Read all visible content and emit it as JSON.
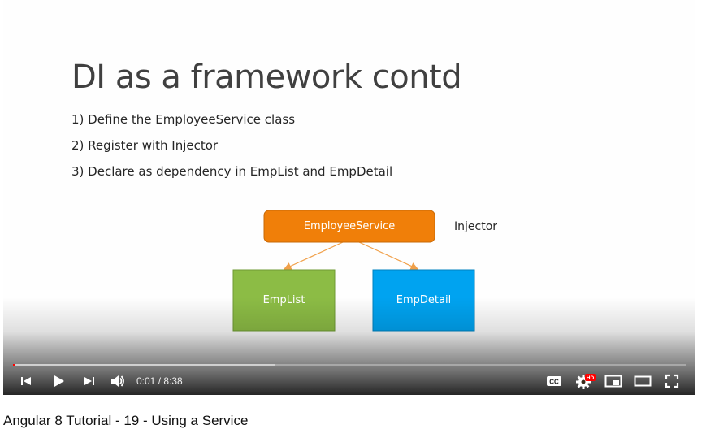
{
  "slide": {
    "title": "DI as a framework contd",
    "steps": [
      "1) Define the EmployeeService class",
      "2) Register with Injector",
      "3) Declare as dependency in EmpList and EmpDetail"
    ],
    "diagram": {
      "root_label": "EmployeeService",
      "injector_label": "Injector",
      "left_child_label": "EmpList",
      "right_child_label": "EmpDetail",
      "root_color": "#f07f09",
      "left_child_color": "#8cbc45",
      "right_child_color": "#00a3f0",
      "arrow_color": "#f0a04a"
    }
  },
  "player": {
    "current_time": "0:01",
    "duration": "8:38",
    "time_display": "0:01 / 8:38",
    "played_fraction": 0.002,
    "loaded_fraction": 0.39,
    "accent_color": "#ff0000",
    "hd_badge": "HD",
    "cc_label": "CC",
    "icons": {
      "prev": "skip-previous-icon",
      "play": "play-icon",
      "next": "skip-next-icon",
      "volume": "volume-icon",
      "captions": "captions-icon",
      "settings": "settings-gear-icon",
      "miniplayer": "miniplayer-icon",
      "theater": "theater-mode-icon",
      "fullscreen": "fullscreen-icon"
    }
  },
  "video": {
    "title": "Angular 8 Tutorial - 19 - Using a Service"
  }
}
